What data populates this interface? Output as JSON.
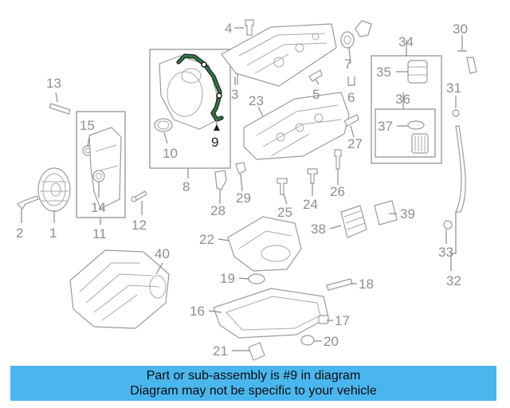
{
  "diagram": {
    "highlighted_part": "9",
    "colors": {
      "highlight": "#2f7a44",
      "callout": "#8f8f8f",
      "banner": "#4ab6ee"
    },
    "callouts": [
      "1",
      "2",
      "3",
      "4",
      "5",
      "6",
      "7",
      "8",
      "9",
      "10",
      "11",
      "12",
      "13",
      "14",
      "15",
      "16",
      "17",
      "18",
      "19",
      "20",
      "21",
      "22",
      "23",
      "24",
      "25",
      "26",
      "27",
      "28",
      "29",
      "30",
      "31",
      "32",
      "33",
      "34",
      "35",
      "36",
      "37",
      "38",
      "39",
      "40"
    ]
  },
  "banner": {
    "line1": "Part or sub-assembly is #9 in diagram",
    "line2": "Diagram may not be specific to your vehicle"
  }
}
